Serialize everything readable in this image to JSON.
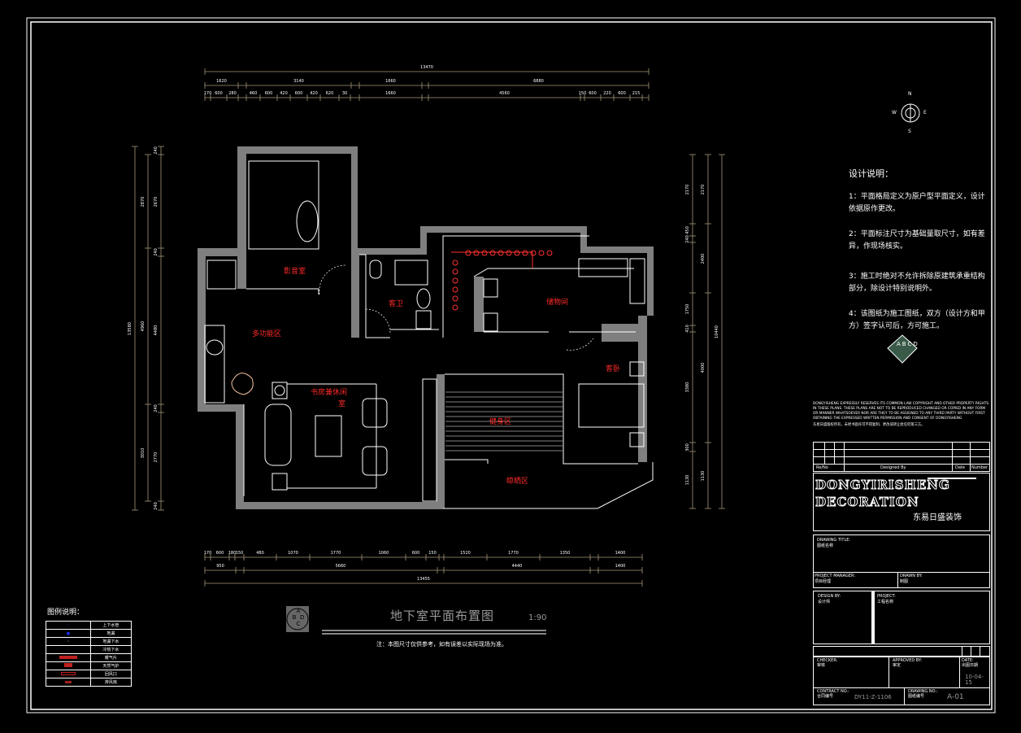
{
  "drawing": {
    "title": "地下室平面布置图",
    "scale": "1:90",
    "note": "注：本图尺寸仅供参考，如有误差以实际现场为准。",
    "badge_letters": [
      "A",
      "B",
      "C",
      "D"
    ]
  },
  "compass": {
    "n": "N",
    "s": "S",
    "e": "E",
    "w": "W"
  },
  "rooms": {
    "av_room": "影音室",
    "guest_bath": "客卫",
    "storage": "储物间",
    "multi": "多功能区",
    "study": "书房兼休闲",
    "study2": "室",
    "guest_bed": "客卧",
    "gym": "健身区",
    "drying": "晾晒区"
  },
  "dims": {
    "top_total": "13470",
    "top_mid": [
      "1620",
      "3140",
      "1660",
      "6880"
    ],
    "top_detail": [
      "170",
      "600",
      "280",
      "460",
      "600",
      "420",
      "600",
      "420",
      "620",
      "30",
      "1660",
      "4560",
      "150",
      "600",
      "220",
      "600",
      "215"
    ],
    "bottom_detail": [
      "170",
      "600",
      "180",
      "150",
      "480",
      "1070",
      "1770",
      "1060",
      "600",
      "150",
      "1520",
      "1770",
      "1350",
      "1400"
    ],
    "bottom_mid": [
      "950",
      "5660",
      "4440",
      "1400"
    ],
    "bottom_total": "13455",
    "left_outer": "13580",
    "left_mid": [
      "2870",
      "4960",
      "3010"
    ],
    "left_detail": [
      "240",
      "2670",
      "240",
      "4480",
      "240",
      "2770",
      "240"
    ],
    "right_detail": [
      "2170",
      "450",
      "240",
      "1750",
      "410",
      "3380",
      "300",
      "1130"
    ],
    "right_mid": [
      "2170",
      "2400",
      "4000",
      "1130"
    ],
    "right_total": "10440"
  },
  "design_notes": {
    "heading": "设计说明：",
    "items": [
      "1：平面格局定义为原户型平面定义，设计依据原作更改。",
      "2：平面标注尺寸为基础量取尺寸，如有差异，作现场核实。",
      "3：施工时绝对不允许拆除原建筑承重结构部分，除设计特别说明外。",
      "4：该图纸为施工图纸，双方（设计方和甲方）签字认可后，方可施工。"
    ]
  },
  "legend": {
    "title": "图例说明：",
    "items": [
      "上下水管",
      "地漏",
      "地漏下水",
      "冷热下水",
      "暖气片",
      "天然气炉",
      "回风口",
      "排风扇"
    ]
  },
  "title_block": {
    "copyright": "DONGYISHENG EXPRESSLY RESERVES ITS COMMON LAW COPYRIGHT AND OTHER PROPERTY RIGHTS IN THESE PLANS. THESE PLANS ARE NOT TO BE REPRODUCED CHANGED OR COPIED IN ANY FORM OR MANNER WHATSOEVER NOR ARE THEY TO BE ASSIGNED TO ANY THIRD PARTY WITHOUT FIRST OBTAINING THE EXPRESSED WRITTEN PERMISSION AND CONSENT OF DONGYISHENG",
    "copyright_cn": "东易日盛版权所有，未经书面许可不得复制、更改或转让给任何第三方。",
    "revision_label": "Re/No",
    "designed_by_label": "Designed By",
    "date_label": "Date",
    "number_label": "Number",
    "company_en_1": "DONGYIRISHENG",
    "company_en_2": "DECORATION",
    "company_cn": "东易日盛装饰",
    "drawing_title_label": "DRAWING TITLE:",
    "drawing_title_cn": "图纸名称",
    "project_manager_label": "PROJECT MANAGER:",
    "project_manager_cn": "项目经理",
    "drawn_by_label": "DRAWN BY:",
    "drawn_by_cn": "制图",
    "design_by_label": "DESIGN BY:",
    "design_by_cn": "设计师",
    "project_label": "PROJECT:",
    "project_cn": "工程名称",
    "checker_label": "CHECKER:",
    "checker_cn": "审核",
    "approved_label": "APPROVED BY:",
    "approved_cn": "审定",
    "date2_label": "DATE:",
    "date2_cn": "出图日期",
    "date_value": "10-04-15",
    "contract_label": "CONTRACT NO.:",
    "contract_cn": "合同编号",
    "contract_value": "DY11-Z-1106",
    "drawing_no_label": "DRAWING NO.:",
    "drawing_no_cn": "图纸编号",
    "drawing_no_value": "A-01"
  },
  "colors": {
    "wall": "#7f7f7f",
    "label": "#ff2a2a",
    "dim": "#a89878",
    "line": "#ffffff"
  }
}
